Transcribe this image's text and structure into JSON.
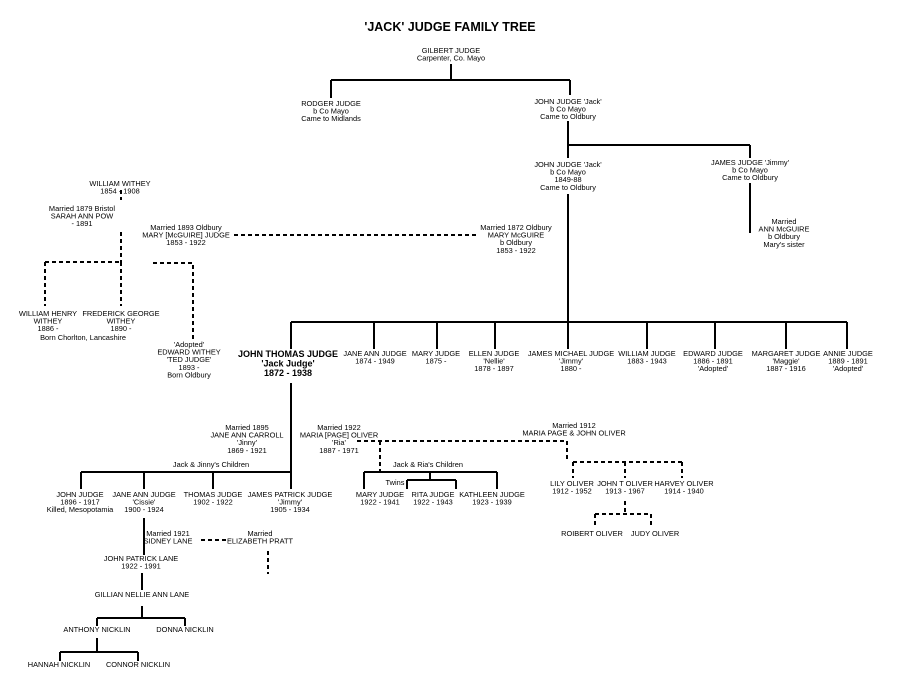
{
  "title": "'JACK' JUDGE FAMILY TREE",
  "people": {
    "gilbert": [
      "GILBERT JUDGE",
      "Carpenter, Co. Mayo"
    ],
    "rodger": [
      "RODGER JUDGE",
      "b Co Mayo",
      "Came to Midlands"
    ],
    "john_sr": [
      "JOHN JUDGE 'Jack'",
      "b Co Mayo",
      "Came to Oldbury"
    ],
    "john_jr": [
      "JOHN JUDGE 'Jack'",
      "b Co Mayo",
      "1849-88",
      "Came to Oldbury"
    ],
    "james_jimmy": [
      "JAMES JUDGE 'Jimmy'",
      "b Co Mayo",
      "Came to Oldbury"
    ],
    "married_ann": [
      "Married",
      "ANN McGUIRE",
      "b Oldbury",
      "Mary's sister"
    ],
    "william_withey": [
      "WILLIAM WITHEY",
      "1854 - 1908"
    ],
    "married_1879": [
      "Married 1879 Bristol",
      "SARAH ANN POW",
      "- 1891"
    ],
    "married_1893": [
      "Married 1893 Oldbury",
      "MARY [McGUIRE] JUDGE",
      "1853 - 1922"
    ],
    "married_1872": [
      "Married 1872 Oldbury",
      "MARY McGUIRE",
      "b Oldbury",
      "1853 - 1922"
    ],
    "william_henry": [
      "WILLIAM HENRY",
      "WITHEY",
      "1886 -"
    ],
    "frederick_george": [
      "FREDERICK GEORGE",
      "WITHEY",
      "1890 -"
    ],
    "born_chorlton": [
      "Born Chorlton, Lancashire"
    ],
    "edward_withey": [
      "'Adopted'",
      "EDWARD WITHEY",
      "'TED JUDGE'",
      "1893 -",
      "Born Oldbury"
    ],
    "john_thomas": [
      "JOHN THOMAS JUDGE",
      "'Jack Judge'",
      "1872 - 1938"
    ],
    "jane_ann_1874": [
      "JANE ANN JUDGE",
      "1874 - 1949"
    ],
    "mary_1875": [
      "MARY JUDGE",
      "1875 -"
    ],
    "ellen": [
      "ELLEN JUDGE",
      "'Nellie'",
      "1878 - 1897"
    ],
    "james_michael": [
      "JAMES MICHAEL JUDGE",
      "'Jimmy'",
      "1880 -"
    ],
    "william_judge": [
      "WILLIAM JUDGE",
      "1883 - 1943"
    ],
    "edward_judge": [
      "EDWARD JUDGE",
      "1886 - 1891",
      "'Adopted'"
    ],
    "margaret": [
      "MARGARET JUDGE",
      "'Maggie'",
      "1887 - 1916"
    ],
    "annie": [
      "ANNIE JUDGE",
      "1889 - 1891",
      "'Adopted'"
    ],
    "married_1895": [
      "Married 1895",
      "JANE ANN CARROLL",
      "'Jinny'",
      "1869 - 1921"
    ],
    "married_1922": [
      "Married 1922",
      "MARIA [PAGE] OLIVER",
      "'Ria'",
      "1887 - 1971"
    ],
    "married_1912": [
      "Married 1912",
      "MARIA PAGE & JOHN OLIVER"
    ],
    "jinny_children": [
      "Jack & Jinny's Children"
    ],
    "ria_children": [
      "Jack & Ria's Children"
    ],
    "twins": [
      "Twins"
    ],
    "john_1896": [
      "JOHN JUDGE",
      "1896 - 1917",
      "Killed, Mesopotamia"
    ],
    "jane_ann_cissie": [
      "JANE ANN JUDGE",
      "'Cissie'",
      "1900 - 1924"
    ],
    "thomas": [
      "THOMAS JUDGE",
      "1902 - 1922"
    ],
    "james_patrick": [
      "JAMES PATRICK JUDGE",
      "'Jimmy'",
      "1905 - 1934"
    ],
    "mary_1922": [
      "MARY JUDGE",
      "1922 - 1941"
    ],
    "rita": [
      "RITA JUDGE",
      "1922 - 1943"
    ],
    "kathleen": [
      "KATHLEEN JUDGE",
      "1923 - 1939"
    ],
    "lily": [
      "LILY OLIVER",
      "1912 - 1952"
    ],
    "john_t_oliver": [
      "JOHN T OLIVER",
      "1913 - 1967"
    ],
    "harvey": [
      "HARVEY OLIVER",
      "1914 - 1940"
    ],
    "roibert": [
      "ROIBERT OLIVER"
    ],
    "judy": [
      "JUDY OLIVER"
    ],
    "married_1921": [
      "Married 1921",
      "SIDNEY LANE"
    ],
    "married_pratt": [
      "Married",
      "ELIZABETH PRATT"
    ],
    "john_patrick_lane": [
      "JOHN PATRICK LANE",
      "1922 - 1991"
    ],
    "gillian": [
      "GILLIAN NELLIE ANN LANE"
    ],
    "anthony": [
      "ANTHONY NICKLIN"
    ],
    "donna": [
      "DONNA NICKLIN"
    ],
    "hannah": [
      "HANNAH NICKLIN"
    ],
    "connor": [
      "CONNOR NICKLIN"
    ]
  }
}
